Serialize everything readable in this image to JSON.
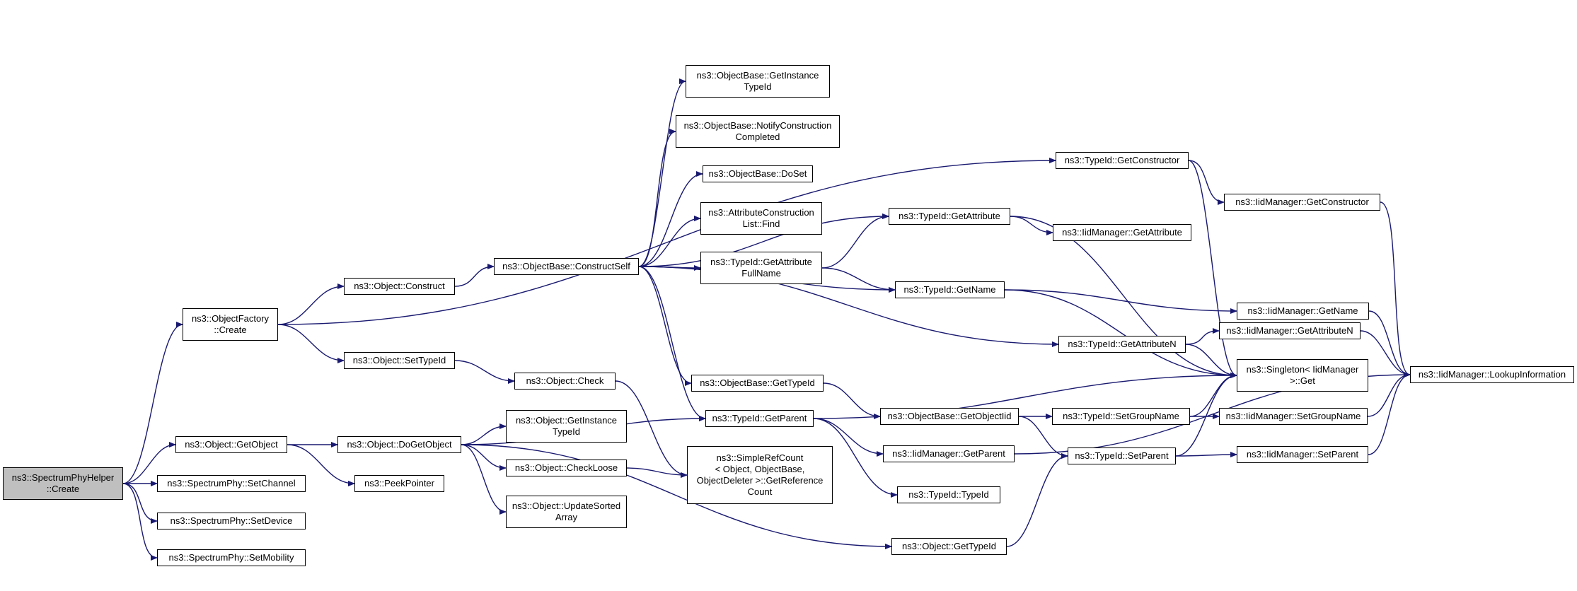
{
  "colors": {
    "edge": "#191970",
    "node_border": "#000000",
    "root_fill": "#bfbfbf"
  },
  "nodes": [
    {
      "id": "root",
      "label": "ns3::SpectrumPhyHelper\n::Create",
      "root": true
    },
    {
      "id": "of_create",
      "label": "ns3::ObjectFactory\n::Create"
    },
    {
      "id": "obj_getobject",
      "label": "ns3::Object::GetObject"
    },
    {
      "id": "sp_setchannel",
      "label": "ns3::SpectrumPhy::SetChannel"
    },
    {
      "id": "sp_setdevice",
      "label": "ns3::SpectrumPhy::SetDevice"
    },
    {
      "id": "sp_setmobility",
      "label": "ns3::SpectrumPhy::SetMobility"
    },
    {
      "id": "obj_construct",
      "label": "ns3::Object::Construct"
    },
    {
      "id": "obj_settypeid",
      "label": "ns3::Object::SetTypeId"
    },
    {
      "id": "obj_dogetobject",
      "label": "ns3::Object::DoGetObject"
    },
    {
      "id": "peekpointer",
      "label": "ns3::PeekPointer"
    },
    {
      "id": "ob_constructself",
      "label": "ns3::ObjectBase::ConstructSelf"
    },
    {
      "id": "obj_check",
      "label": "ns3::Object::Check"
    },
    {
      "id": "obj_getinstancetypeid",
      "label": "ns3::Object::GetInstance\nTypeId"
    },
    {
      "id": "obj_checkloose",
      "label": "ns3::Object::CheckLoose"
    },
    {
      "id": "obj_updatesorted",
      "label": "ns3::Object::UpdateSorted\nArray"
    },
    {
      "id": "ob_getinstancetypeid",
      "label": "ns3::ObjectBase::GetInstance\nTypeId"
    },
    {
      "id": "ob_notify",
      "label": "ns3::ObjectBase::NotifyConstruction\nCompleted"
    },
    {
      "id": "ob_doset",
      "label": "ns3::ObjectBase::DoSet"
    },
    {
      "id": "acl_find",
      "label": "ns3::AttributeConstruction\nList::Find"
    },
    {
      "id": "tid_getattrfullname",
      "label": "ns3::TypeId::GetAttribute\nFullName"
    },
    {
      "id": "ob_gettypeid",
      "label": "ns3::ObjectBase::GetTypeId"
    },
    {
      "id": "tid_getparent",
      "label": "ns3::TypeId::GetParent"
    },
    {
      "id": "srefcount",
      "label": "ns3::SimpleRefCount\n< Object, ObjectBase,\n ObjectDeleter >::GetReference\nCount"
    },
    {
      "id": "tid_getattribute",
      "label": "ns3::TypeId::GetAttribute"
    },
    {
      "id": "tid_getname",
      "label": "ns3::TypeId::GetName"
    },
    {
      "id": "ob_getobjectiid",
      "label": "ns3::ObjectBase::GetObjectIid"
    },
    {
      "id": "iid_getparent",
      "label": "ns3::IidManager::GetParent"
    },
    {
      "id": "tid_typeid",
      "label": "ns3::TypeId::TypeId"
    },
    {
      "id": "obj_gettypeid",
      "label": "ns3::Object::GetTypeId"
    },
    {
      "id": "tid_getconstructor",
      "label": "ns3::TypeId::GetConstructor"
    },
    {
      "id": "iid_getattribute",
      "label": "ns3::IidManager::GetAttribute"
    },
    {
      "id": "tid_getattributen",
      "label": "ns3::TypeId::GetAttributeN"
    },
    {
      "id": "tid_setgroupname",
      "label": "ns3::TypeId::SetGroupName"
    },
    {
      "id": "tid_setparent",
      "label": "ns3::TypeId::SetParent"
    },
    {
      "id": "singleton_get",
      "label": "ns3::Singleton< IidManager\n >::Get"
    },
    {
      "id": "iid_getconstructor",
      "label": "ns3::IidManager::GetConstructor"
    },
    {
      "id": "iid_getname",
      "label": "ns3::IidManager::GetName"
    },
    {
      "id": "iid_getattributen",
      "label": "ns3::IidManager::GetAttributeN"
    },
    {
      "id": "iid_setgroupname",
      "label": "ns3::IidManager::SetGroupName"
    },
    {
      "id": "iid_setparent",
      "label": "ns3::IidManager::SetParent"
    },
    {
      "id": "iid_lookup",
      "label": "ns3::IidManager::LookupInformation"
    }
  ],
  "edges": [
    [
      "root",
      "of_create"
    ],
    [
      "root",
      "obj_getobject"
    ],
    [
      "root",
      "sp_setchannel"
    ],
    [
      "root",
      "sp_setdevice"
    ],
    [
      "root",
      "sp_setmobility"
    ],
    [
      "of_create",
      "tid_getconstructor"
    ],
    [
      "of_create",
      "obj_construct"
    ],
    [
      "of_create",
      "obj_settypeid"
    ],
    [
      "obj_construct",
      "ob_constructself"
    ],
    [
      "obj_settypeid",
      "obj_check"
    ],
    [
      "obj_getobject",
      "obj_dogetobject"
    ],
    [
      "obj_getobject",
      "peekpointer"
    ],
    [
      "obj_dogetobject",
      "tid_getparent"
    ],
    [
      "obj_dogetobject",
      "obj_getinstancetypeid"
    ],
    [
      "obj_dogetobject",
      "obj_checkloose"
    ],
    [
      "obj_dogetobject",
      "obj_updatesorted"
    ],
    [
      "obj_dogetobject",
      "obj_gettypeid"
    ],
    [
      "obj_check",
      "srefcount"
    ],
    [
      "obj_checkloose",
      "srefcount"
    ],
    [
      "ob_constructself",
      "ob_getinstancetypeid"
    ],
    [
      "ob_constructself",
      "ob_notify"
    ],
    [
      "ob_constructself",
      "ob_doset"
    ],
    [
      "ob_constructself",
      "acl_find"
    ],
    [
      "ob_constructself",
      "tid_getattrfullname"
    ],
    [
      "ob_constructself",
      "tid_getattribute"
    ],
    [
      "ob_constructself",
      "tid_getname"
    ],
    [
      "ob_constructself",
      "tid_getattributen"
    ],
    [
      "ob_constructself",
      "ob_gettypeid"
    ],
    [
      "ob_constructself",
      "tid_getparent"
    ],
    [
      "tid_getattrfullname",
      "tid_getattribute"
    ],
    [
      "tid_getattrfullname",
      "tid_getname"
    ],
    [
      "ob_gettypeid",
      "ob_getobjectiid"
    ],
    [
      "tid_getparent",
      "singleton_get"
    ],
    [
      "tid_getparent",
      "iid_getparent"
    ],
    [
      "tid_getparent",
      "tid_typeid"
    ],
    [
      "ob_getobjectiid",
      "tid_setgroupname"
    ],
    [
      "ob_getobjectiid",
      "tid_setparent"
    ],
    [
      "obj_gettypeid",
      "tid_setparent"
    ],
    [
      "iid_getparent",
      "iid_lookup"
    ],
    [
      "tid_getattribute",
      "iid_getattribute"
    ],
    [
      "tid_getattribute",
      "singleton_get"
    ],
    [
      "tid_getname",
      "iid_getname"
    ],
    [
      "tid_getname",
      "singleton_get"
    ],
    [
      "tid_getconstructor",
      "iid_getconstructor"
    ],
    [
      "tid_getconstructor",
      "singleton_get"
    ],
    [
      "tid_getattributen",
      "iid_getattributen"
    ],
    [
      "tid_getattributen",
      "singleton_get"
    ],
    [
      "tid_setgroupname",
      "iid_setgroupname"
    ],
    [
      "tid_setgroupname",
      "singleton_get"
    ],
    [
      "tid_setparent",
      "iid_setparent"
    ],
    [
      "tid_setparent",
      "singleton_get"
    ],
    [
      "iid_getconstructor",
      "iid_lookup"
    ],
    [
      "iid_getname",
      "iid_lookup"
    ],
    [
      "iid_getattributen",
      "iid_lookup"
    ],
    [
      "iid_setgroupname",
      "iid_lookup"
    ],
    [
      "iid_setparent",
      "iid_lookup"
    ]
  ]
}
